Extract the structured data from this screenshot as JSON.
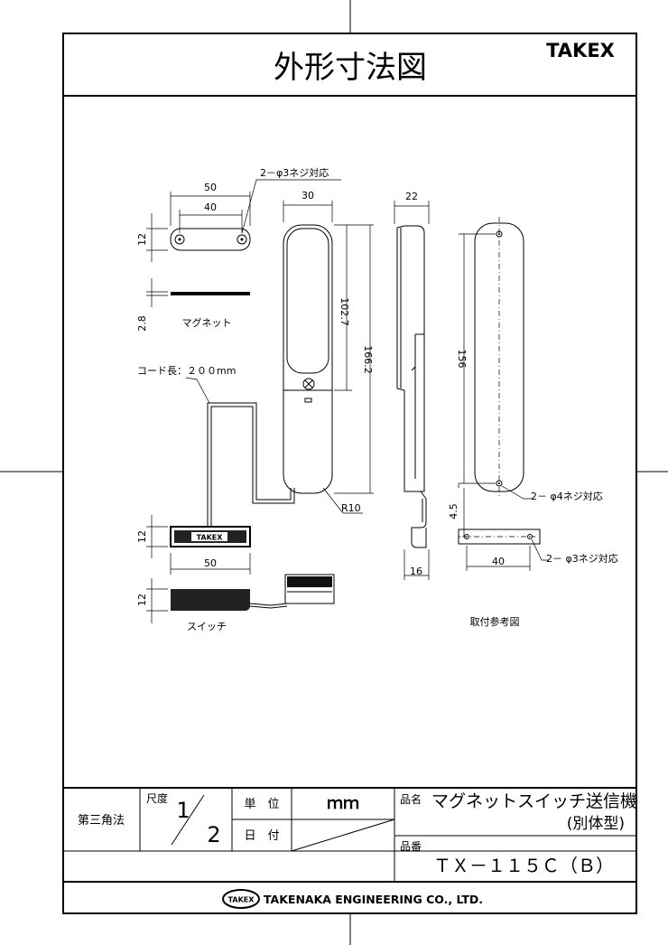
{
  "header": {
    "title": "外形寸法図",
    "brand": "TAKEX"
  },
  "dimensions": {
    "magnet_width_outer": "50",
    "magnet_width_inner": "40",
    "magnet_height": "12",
    "magnet_thickness": "2.8",
    "screw_note_top": "2－φ3ネジ対応",
    "transmitter_width": "30",
    "transmitter_lid": "102.7",
    "transmitter_height": "166.2",
    "side_depth": "22",
    "side_bottom": "16",
    "mount_height": "156",
    "mount_offset": "4.5",
    "mount_pitch": "40",
    "screw_note_mount": "2－ φ4ネジ対応",
    "screw_note_bracket": "2－ φ3ネジ対応",
    "radius": "R10",
    "switch_height": "12",
    "switch_width": "50",
    "switch_side_height": "12",
    "cord_note": "コード長：２００mm"
  },
  "labels": {
    "magnet": "マグネット",
    "switch": "スイッチ",
    "mounting": "取付参考図",
    "switch_logo": "TAKEX"
  },
  "title_block": {
    "projection": "第三角法",
    "scale_label": "尺度",
    "scale_num": "1",
    "scale_den": "2",
    "unit_label": "単　位",
    "unit_value": "ｍｍ",
    "date_label": "日　付",
    "name_label": "品名",
    "name_value": "マグネットスイッチ送信機",
    "name_sub": "(別体型)",
    "part_label": "品番",
    "part_value": "ＴＸ－１１５Ｃ（Ｂ）",
    "company_logo": "TAKEX",
    "company": "TAKENAKA ENGINEERING CO., LTD."
  }
}
